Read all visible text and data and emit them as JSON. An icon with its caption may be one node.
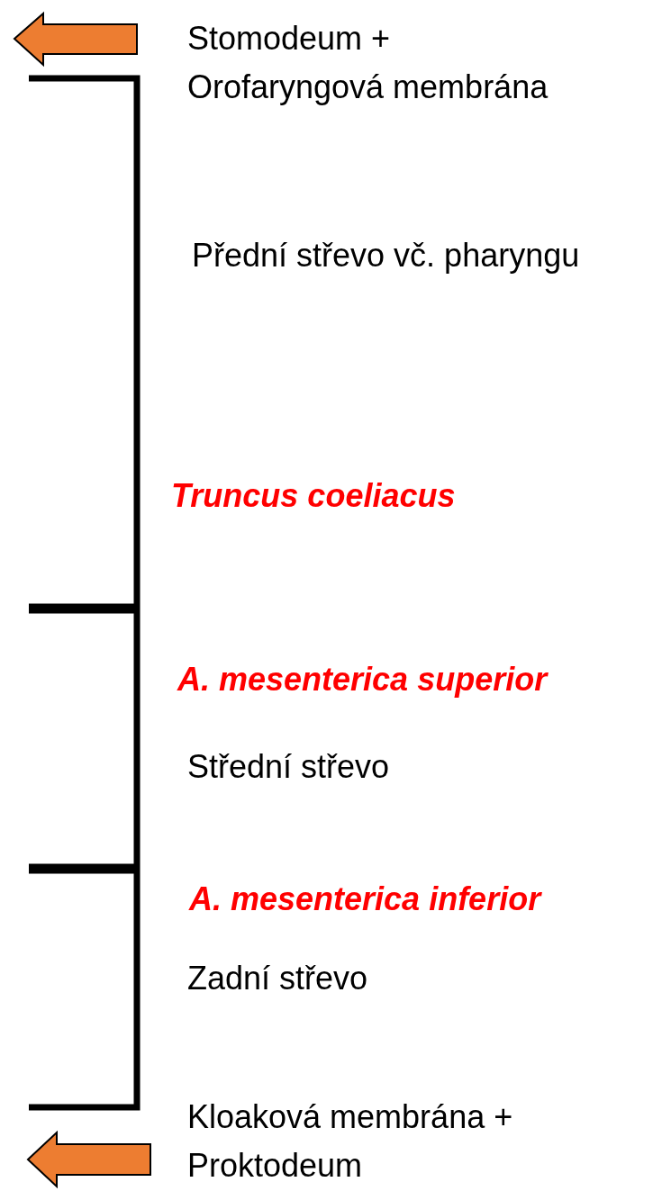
{
  "diagram": {
    "labels": [
      "Stomodeum + Orofaryngová membrána",
      "Přední střevo vč. pharyngu",
      "Truncus coeliacus",
      "A. mesenterica superior",
      "Střední střevo",
      "A. mesenterica inferior",
      "Zadní střevo",
      "Kloaková membrána + Proktodeum"
    ]
  }
}
